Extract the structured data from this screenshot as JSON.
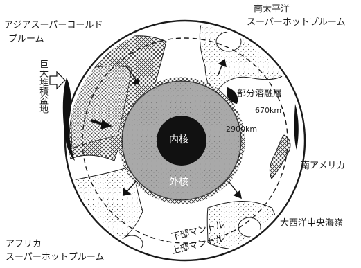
{
  "labels": {
    "asia_plume_line1": "アジアスーパーコールド",
    "asia_plume_line2": "プルーム",
    "south_pacific_line1": "南太平洋",
    "south_pacific_line2": "スーパーホットプルーム",
    "giant_basin": "巨大堆積盆地",
    "partial_melt": "部分溶融層",
    "depth_670": "670km",
    "depth_2900": "2900km",
    "inner_core": "内核",
    "outer_core": "外核",
    "south_america": "南アメリカ",
    "mid_atlantic_ridge": "大西洋中央海嶺",
    "lower_mantle": "下部マントル",
    "upper_mantle": "上部マントル",
    "africa_line1": "アフリカ",
    "africa_line2": "スーパーホットプルーム"
  },
  "colors": {
    "ink": "#1a1a1a",
    "outer_core_fill": "#8c8c8c",
    "inner_core_fill": "#111111",
    "cold_plume_hatch": "#333333",
    "hot_plume_stipple": "#666666"
  }
}
